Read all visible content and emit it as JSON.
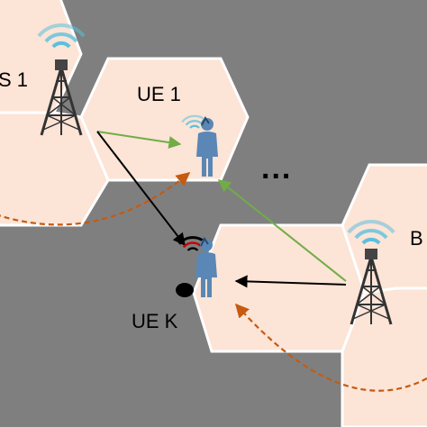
{
  "labels": {
    "bs1": "S 1",
    "ue1": "UE 1",
    "uek": "UE K",
    "bs2": "B",
    "ellipsis": "..."
  },
  "colors": {
    "background": "#7f7f7f",
    "cell_fill": "#fce4d6",
    "cell_stroke": "#ffffff",
    "desired_link": "#70ad47",
    "interference_link": "#000000",
    "dashed_link": "#c55a11",
    "wifi": "#5bc0de"
  }
}
